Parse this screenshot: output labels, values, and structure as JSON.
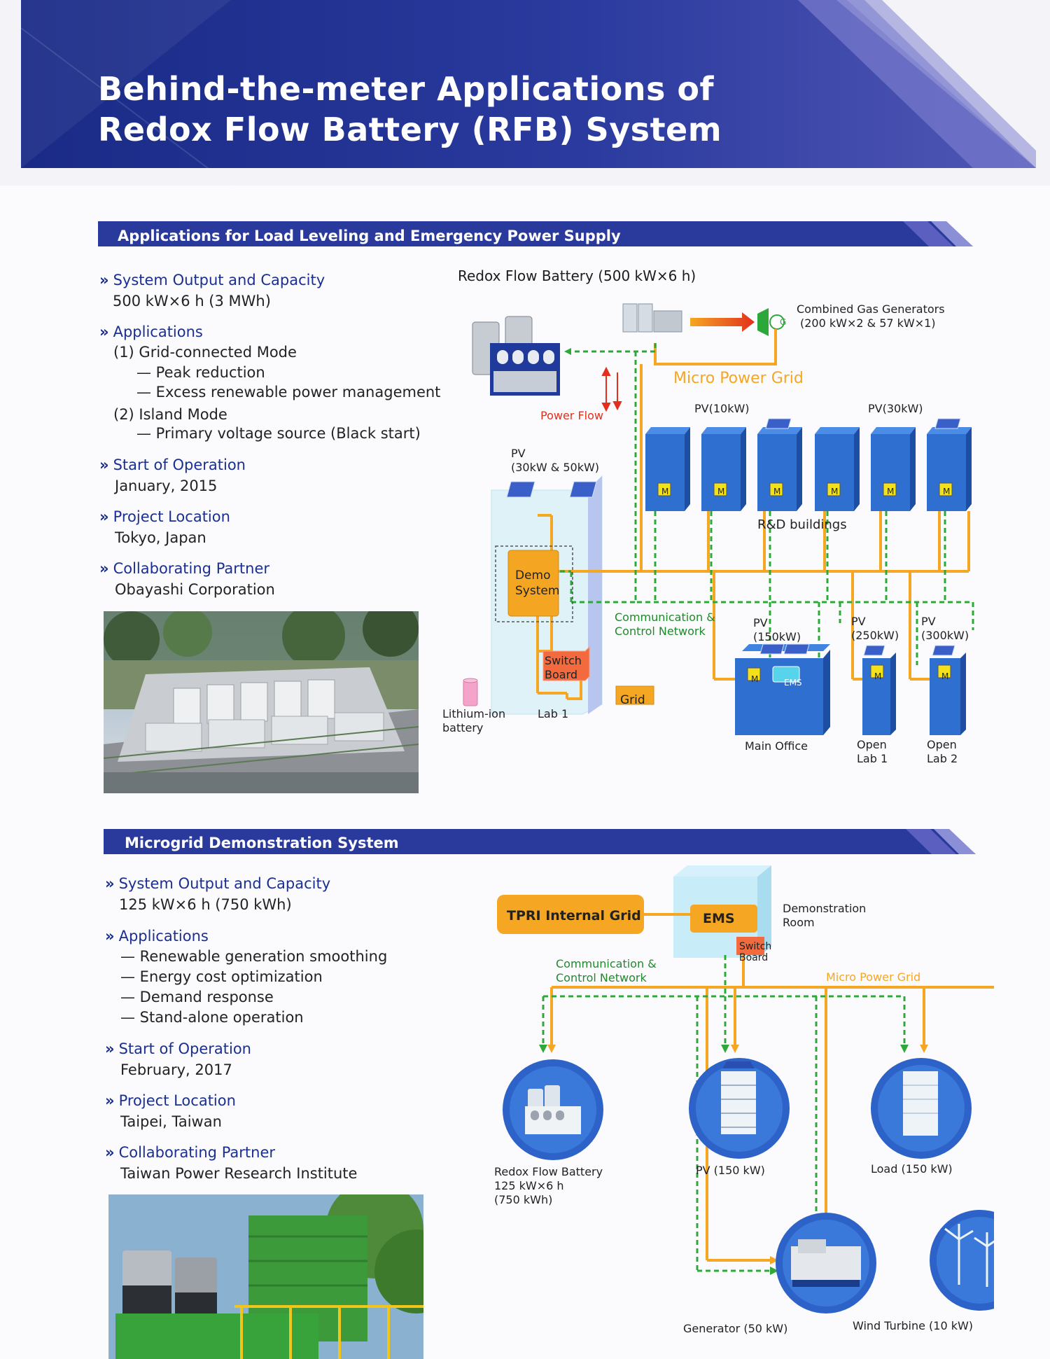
{
  "page": {
    "title_line1": "Behind-the-meter Applications of",
    "title_line2": "Redox Flow Battery (RFB) System"
  },
  "section1": {
    "title": "Applications for Load Leveling and Emergency Power Supply",
    "output_label": "System Output and Capacity",
    "output_value": "500 kW×6 h (3 MWh)",
    "applications_label": "Applications",
    "applications": [
      "(1) Grid-connected Mode",
      "— Peak reduction",
      "— Excess renewable power management",
      "(2) Island Mode",
      "— Primary voltage source (Black start)"
    ],
    "start_label": "Start of Operation",
    "start_value": "January, 2015",
    "location_label": "Project Location",
    "location_value": "Tokyo, Japan",
    "partner_label": "Collaborating Partner",
    "partner_value": "Obayashi Corporation",
    "diagram": {
      "title": "Redox Flow Battery (500 kW×6 h)",
      "gas_gen_line1": "Combined Gas Generators",
      "gas_gen_line2": "(200 kW×2 & 57 kW×1)",
      "g_symbol": "G",
      "micro_grid": "Micro Power Grid",
      "power_flow": "Power Flow",
      "pv_10": "PV(10kW)",
      "pv_30": "PV(30kW)",
      "pv_demo_line1": "PV",
      "pv_demo_line2": "(30kW & 50kW)",
      "meter": "M",
      "rd_buildings": "R&D buildings",
      "demo_line1": "Demo",
      "demo_line2": "System",
      "comm_line1": "Communication &",
      "comm_line2": "Control Network",
      "pv150_line1": "PV",
      "pv150_line2": "(150kW)",
      "pv250_line1": "PV",
      "pv250_line2": "(250kW)",
      "pv300_line1": "PV",
      "pv300_line2": "(300kW)",
      "switch_line1": "Switch",
      "switch_line2": "Board",
      "grid": "Grid",
      "lithium_line1": "Lithium-ion",
      "lithium_line2": "battery",
      "lab1": "Lab 1",
      "ems": "EMS",
      "main_office": "Main Office",
      "open1_line1": "Open",
      "open1_line2": "Lab 1",
      "open2_line1": "Open",
      "open2_line2": "Lab 2"
    }
  },
  "section2": {
    "title": "Microgrid Demonstration System",
    "output_label": "System Output and Capacity",
    "output_value": "125 kW×6 h (750 kWh)",
    "applications_label": "Applications",
    "applications": [
      "— Renewable generation smoothing",
      "— Energy cost optimization",
      "— Demand response",
      "— Stand-alone operation"
    ],
    "start_label": "Start of Operation",
    "start_value": "February, 2017",
    "location_label": "Project Location",
    "location_value": "Taipei, Taiwan",
    "partner_label": "Collaborating Partner",
    "partner_value": "Taiwan Power Research Institute",
    "diagram": {
      "tpri": "TPRI Internal Grid",
      "ems": "EMS",
      "demo_room_line1": "Demonstration",
      "demo_room_line2": "Room",
      "switch_line1": "Switch",
      "switch_line2": "Board",
      "comm_line1": "Communication &",
      "comm_line2": "Control Network",
      "micro_grid": "Micro Power Grid",
      "rfb_line1": "Redox Flow Battery",
      "rfb_line2": "125 kW×6 h",
      "rfb_line3": "(750 kWh)",
      "pv": "PV (150 kW)",
      "load": "Load (150 kW)",
      "generator": "Generator (50 kW)",
      "wind": "Wind Turbine (10 kW)"
    }
  },
  "colors": {
    "navy": "#1e2f8c",
    "band_blue": "#2a3a9c",
    "orange": "#f5a623",
    "green_dashed": "#2fa83a",
    "building_blue": "#2f6fd0",
    "meter_yellow": "#f3e11a"
  }
}
